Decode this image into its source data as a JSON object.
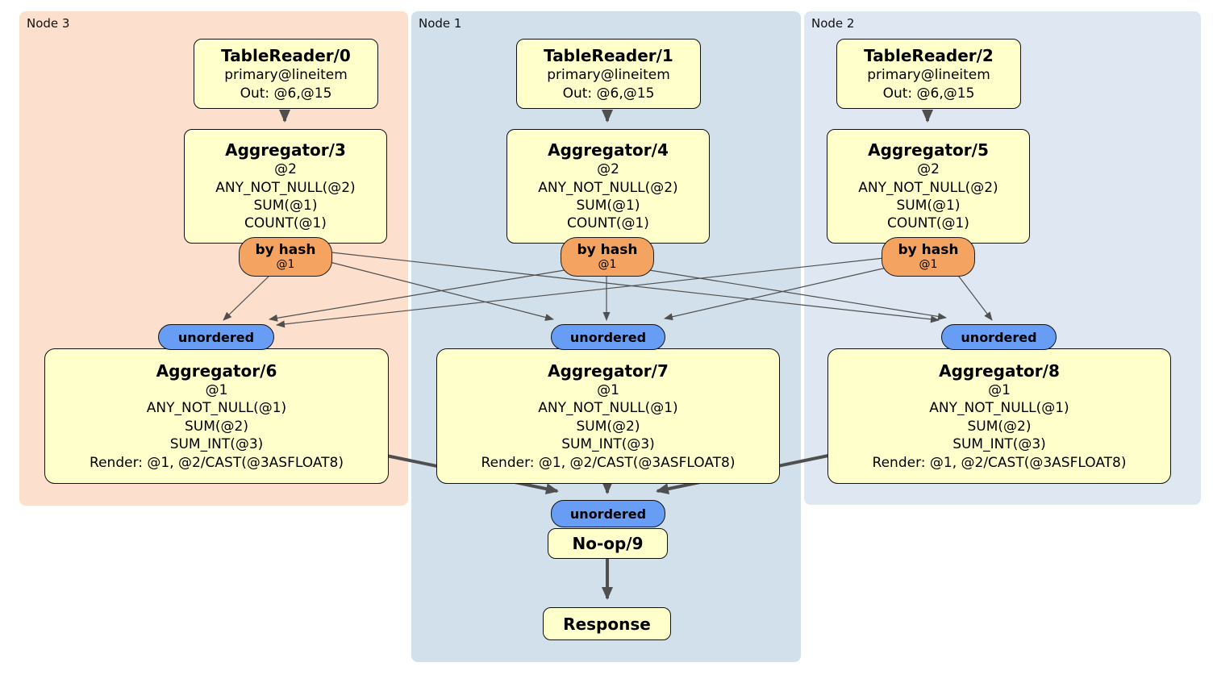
{
  "diagram_title": "distsql-plan",
  "colors": {
    "node3_region": "#fcdfcc",
    "node1_region": "#d2e0eb",
    "node2_region": "#dfe8f2",
    "processor_fill": "#ffffcc",
    "router_fill": "#f5a360",
    "sync_fill": "#679df4",
    "edge": "#4f4f4f"
  },
  "nodes": [
    {
      "label": "Node 3",
      "table_reader": {
        "title": "TableReader/0",
        "lines": [
          "primary@lineitem",
          "Out: @6,@15"
        ]
      },
      "aggregator_top": {
        "title": "Aggregator/3",
        "lines": [
          "@2",
          "ANY_NOT_NULL(@2)",
          "SUM(@1)",
          "COUNT(@1)"
        ]
      },
      "router": {
        "title": "by hash",
        "subtitle": "@1"
      },
      "sync": {
        "label": "unordered"
      },
      "aggregator_bottom": {
        "title": "Aggregator/6",
        "lines": [
          "@1",
          "ANY_NOT_NULL(@1)",
          "SUM(@2)",
          "SUM_INT(@3)",
          "Render: @1, @2/CAST(@3ASFLOAT8)"
        ]
      }
    },
    {
      "label": "Node 1",
      "table_reader": {
        "title": "TableReader/1",
        "lines": [
          "primary@lineitem",
          "Out: @6,@15"
        ]
      },
      "aggregator_top": {
        "title": "Aggregator/4",
        "lines": [
          "@2",
          "ANY_NOT_NULL(@2)",
          "SUM(@1)",
          "COUNT(@1)"
        ]
      },
      "router": {
        "title": "by hash",
        "subtitle": "@1"
      },
      "sync": {
        "label": "unordered"
      },
      "aggregator_bottom": {
        "title": "Aggregator/7",
        "lines": [
          "@1",
          "ANY_NOT_NULL(@1)",
          "SUM(@2)",
          "SUM_INT(@3)",
          "Render: @1, @2/CAST(@3ASFLOAT8)"
        ]
      }
    },
    {
      "label": "Node 2",
      "table_reader": {
        "title": "TableReader/2",
        "lines": [
          "primary@lineitem",
          "Out: @6,@15"
        ]
      },
      "aggregator_top": {
        "title": "Aggregator/5",
        "lines": [
          "@2",
          "ANY_NOT_NULL(@2)",
          "SUM(@1)",
          "COUNT(@1)"
        ]
      },
      "router": {
        "title": "by hash",
        "subtitle": "@1"
      },
      "sync": {
        "label": "unordered"
      },
      "aggregator_bottom": {
        "title": "Aggregator/8",
        "lines": [
          "@1",
          "ANY_NOT_NULL(@1)",
          "SUM(@2)",
          "SUM_INT(@3)",
          "Render: @1, @2/CAST(@3ASFLOAT8)"
        ]
      }
    }
  ],
  "merge": {
    "sync_label": "unordered",
    "noop_title": "No-op/9",
    "response_title": "Response"
  }
}
